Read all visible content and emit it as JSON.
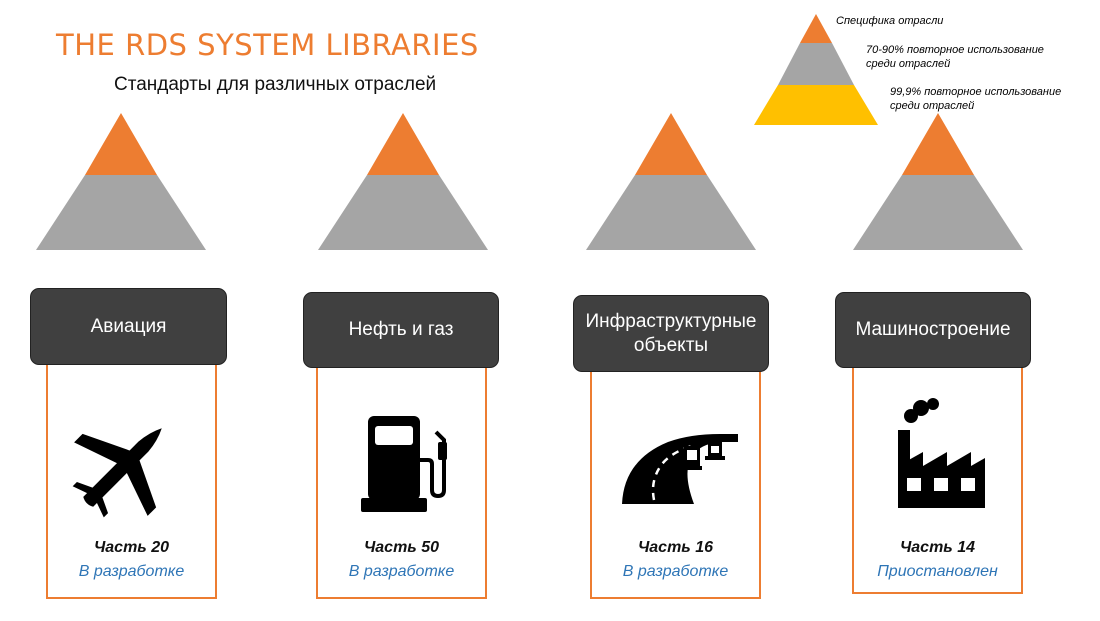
{
  "header": {
    "title": "THE RDS SYSTEM LIBRARIES",
    "subtitle": "Стандарты для различных отраслей"
  },
  "legend": {
    "levels": [
      {
        "text": "Специфика отрасли",
        "color": "#ED7D31"
      },
      {
        "text": "70-90% повторное использование среди отраслей",
        "color": "#A5A5A5"
      },
      {
        "text": "99,9% повторное использование среди отраслей",
        "color": "#FFC000"
      }
    ]
  },
  "colors": {
    "accent": "#ED7D31",
    "gray": "#A5A5A5",
    "gold": "#FFC000",
    "label_bg": "#404040",
    "status": "#2E75B6"
  },
  "industries": [
    {
      "name": "Авиация",
      "icon": "airplane-icon",
      "part": "Часть 20",
      "status": "В разработке"
    },
    {
      "name": "Нефть и газ",
      "icon": "fuel-pump-icon",
      "part": "Часть 50",
      "status": "В разработке"
    },
    {
      "name": "Инфраструктурные объекты",
      "icon": "road-bridge-icon",
      "part": "Часть 16",
      "status": "В разработке"
    },
    {
      "name": "Машиностроение",
      "icon": "factory-icon",
      "part": "Часть 14",
      "status": "Приостановлен"
    }
  ]
}
